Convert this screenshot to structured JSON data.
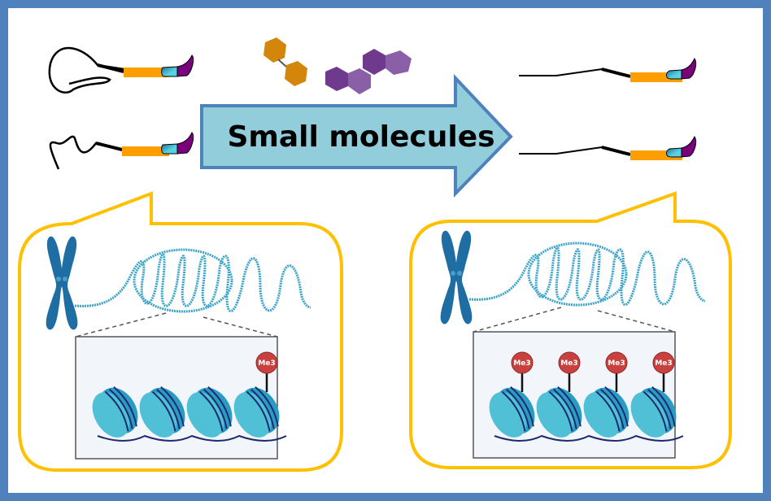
{
  "diagram": {
    "arrow": {
      "label": "Small molecules",
      "fill": "#92CDDC",
      "stroke": "#4F81BD"
    },
    "frame_color": "#4F81BD",
    "callout_color": "#FFC000",
    "before": {
      "description": "Bent/folded molecule heads with pencil-like tails",
      "molecules": 2,
      "histone_marks": 1,
      "mark_label": "Me3"
    },
    "after": {
      "description": "Straightened molecule heads with pencil-like tails",
      "molecules": 2,
      "histone_marks": 4,
      "mark_label": "Me3"
    },
    "small_molecule_colors": {
      "orange": "#D4860B",
      "purple_dark": "#6F3A8E",
      "purple_light": "#8A5FA8"
    },
    "nucleosomes_per_panel": 4,
    "chromatin_color": "#3AA3C9",
    "chromosome_color": "#1F6EA3",
    "nucleosome_color": "#4FC0D6",
    "mark_color": "#C9413F"
  }
}
